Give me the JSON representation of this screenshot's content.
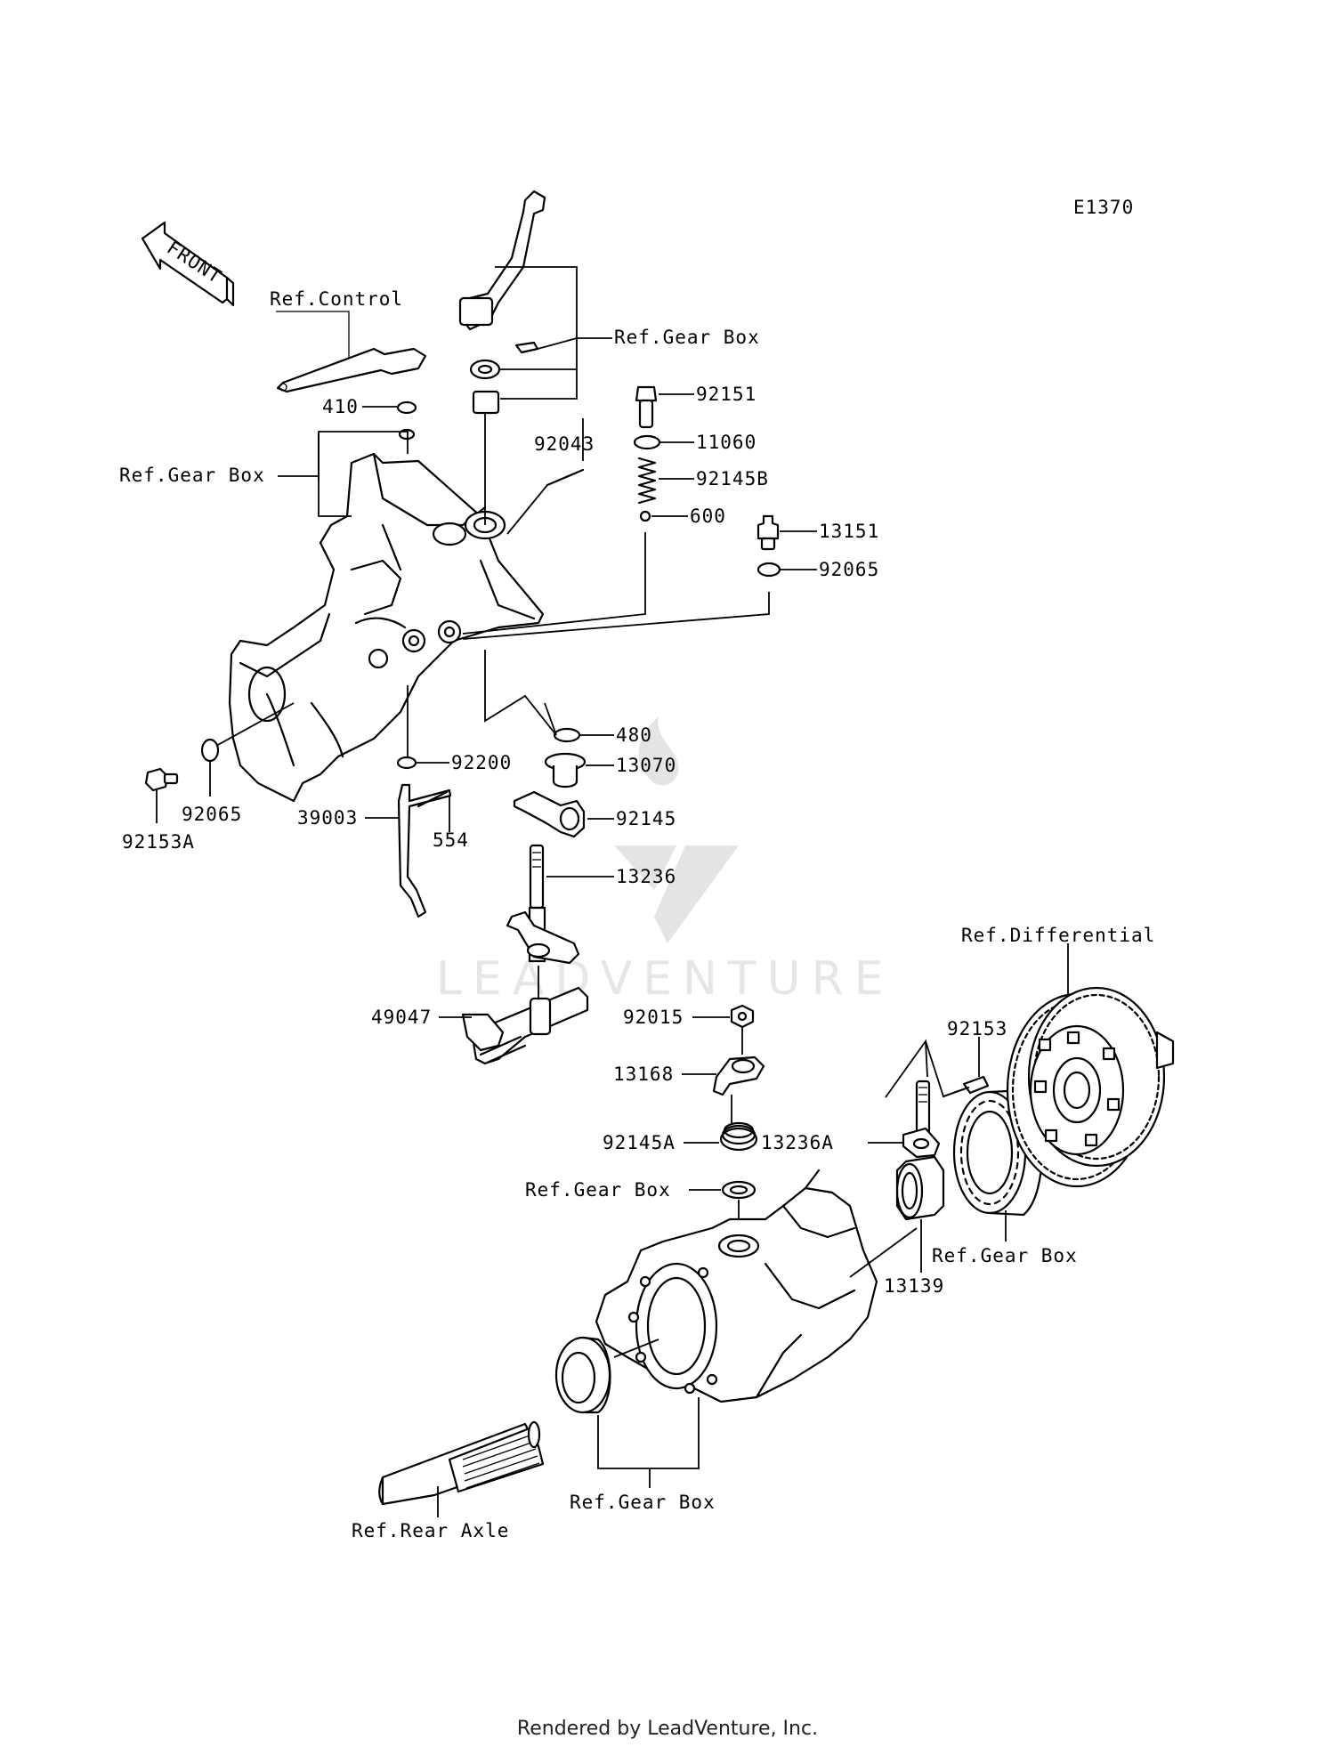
{
  "diagram": {
    "code": "E1370",
    "front": "FRONT",
    "watermark": "LEADVENTURE",
    "labels": {
      "ref_control": "Ref.Control",
      "ref_gear_box_top": "Ref.Gear Box",
      "ref_gear_box_left": "Ref.Gear Box",
      "ref_gear_box_mid": "Ref.Gear Box",
      "ref_gear_box_right": "Ref.Gear Box",
      "ref_gear_box_bottom": "Ref.Gear Box",
      "ref_differential": "Ref.Differential",
      "ref_rear_axle": "Ref.Rear Axle",
      "p410": "410",
      "p92151": "92151",
      "p11060": "11060",
      "p92145B": "92145B",
      "p92043": "92043",
      "p600": "600",
      "p13151": "13151",
      "p92065_r": "92065",
      "p480": "480",
      "p13070": "13070",
      "p92200": "92200",
      "p92065_l": "92065",
      "p92153A": "92153A",
      "p39003": "39003",
      "p554": "554",
      "p92145": "92145",
      "p13236": "13236",
      "p49047": "49047",
      "p92015": "92015",
      "p13168": "13168",
      "p92145A": "92145A",
      "p92153": "92153",
      "p13236A": "13236A",
      "p13139": "13139"
    }
  },
  "footer": "Rendered by LeadVenture, Inc."
}
